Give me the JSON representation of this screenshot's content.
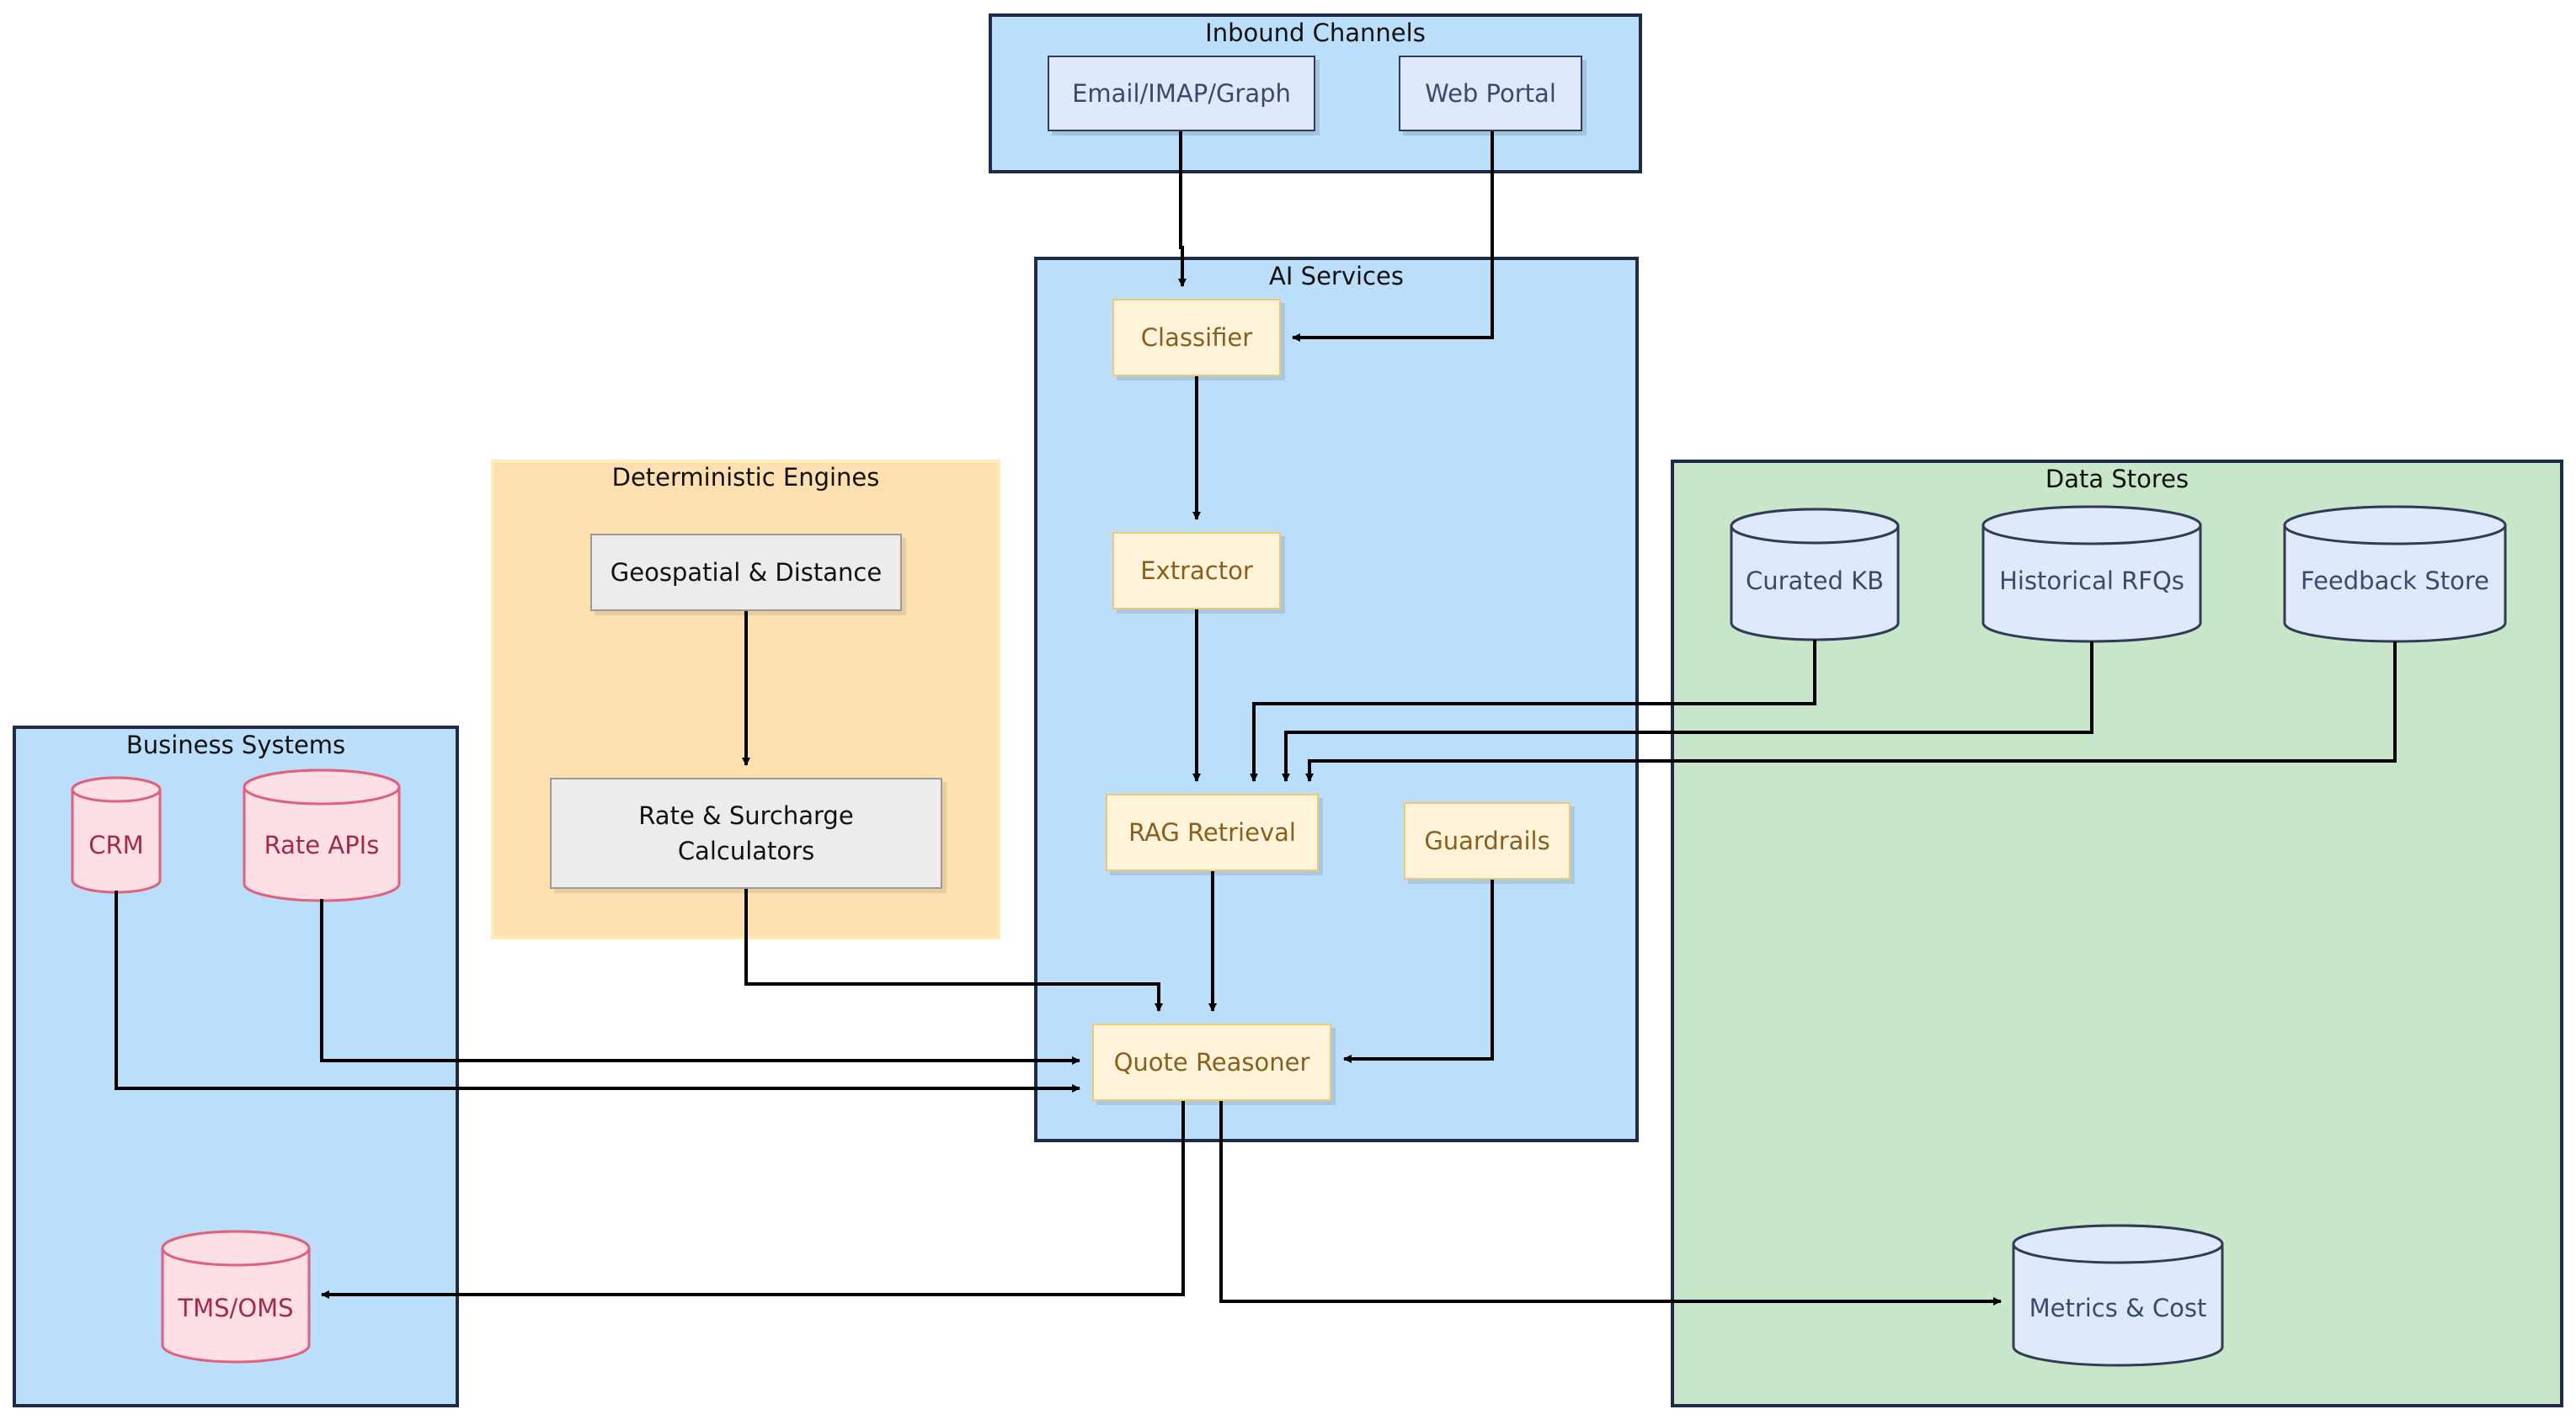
{
  "groups": {
    "inbound": "Inbound Channels",
    "ai": "AI Services",
    "engines": "Deterministic Engines",
    "business": "Business Systems",
    "stores": "Data Stores"
  },
  "nodes": {
    "email": "Email/IMAP/Graph",
    "web_portal": "Web Portal",
    "classifier": "Classifier",
    "extractor": "Extractor",
    "rag": "RAG Retrieval",
    "guardrails": "Guardrails",
    "quote_reasoner": "Quote Reasoner",
    "geospatial": "Geospatial & Distance",
    "rate_calc_line1": "Rate & Surcharge",
    "rate_calc_line2": "Calculators",
    "crm": "CRM",
    "rate_apis": "Rate APIs",
    "tms": "TMS/OMS",
    "curated_kb": "Curated KB",
    "historical_rfqs": "Historical RFQs",
    "feedback_store": "Feedback Store",
    "metrics_cost": "Metrics & Cost"
  },
  "colors": {
    "blue_group": "#bbdefb",
    "green_group": "#c8e6c9",
    "orange_group": "#fddfb0",
    "ai_node_fill": "#fff3d9",
    "ai_node_border": "#f2c96e",
    "store_fill": "#e0e9fb",
    "business_fill": "#fde0e6",
    "business_border": "#e0607e",
    "edge": "#000000"
  }
}
